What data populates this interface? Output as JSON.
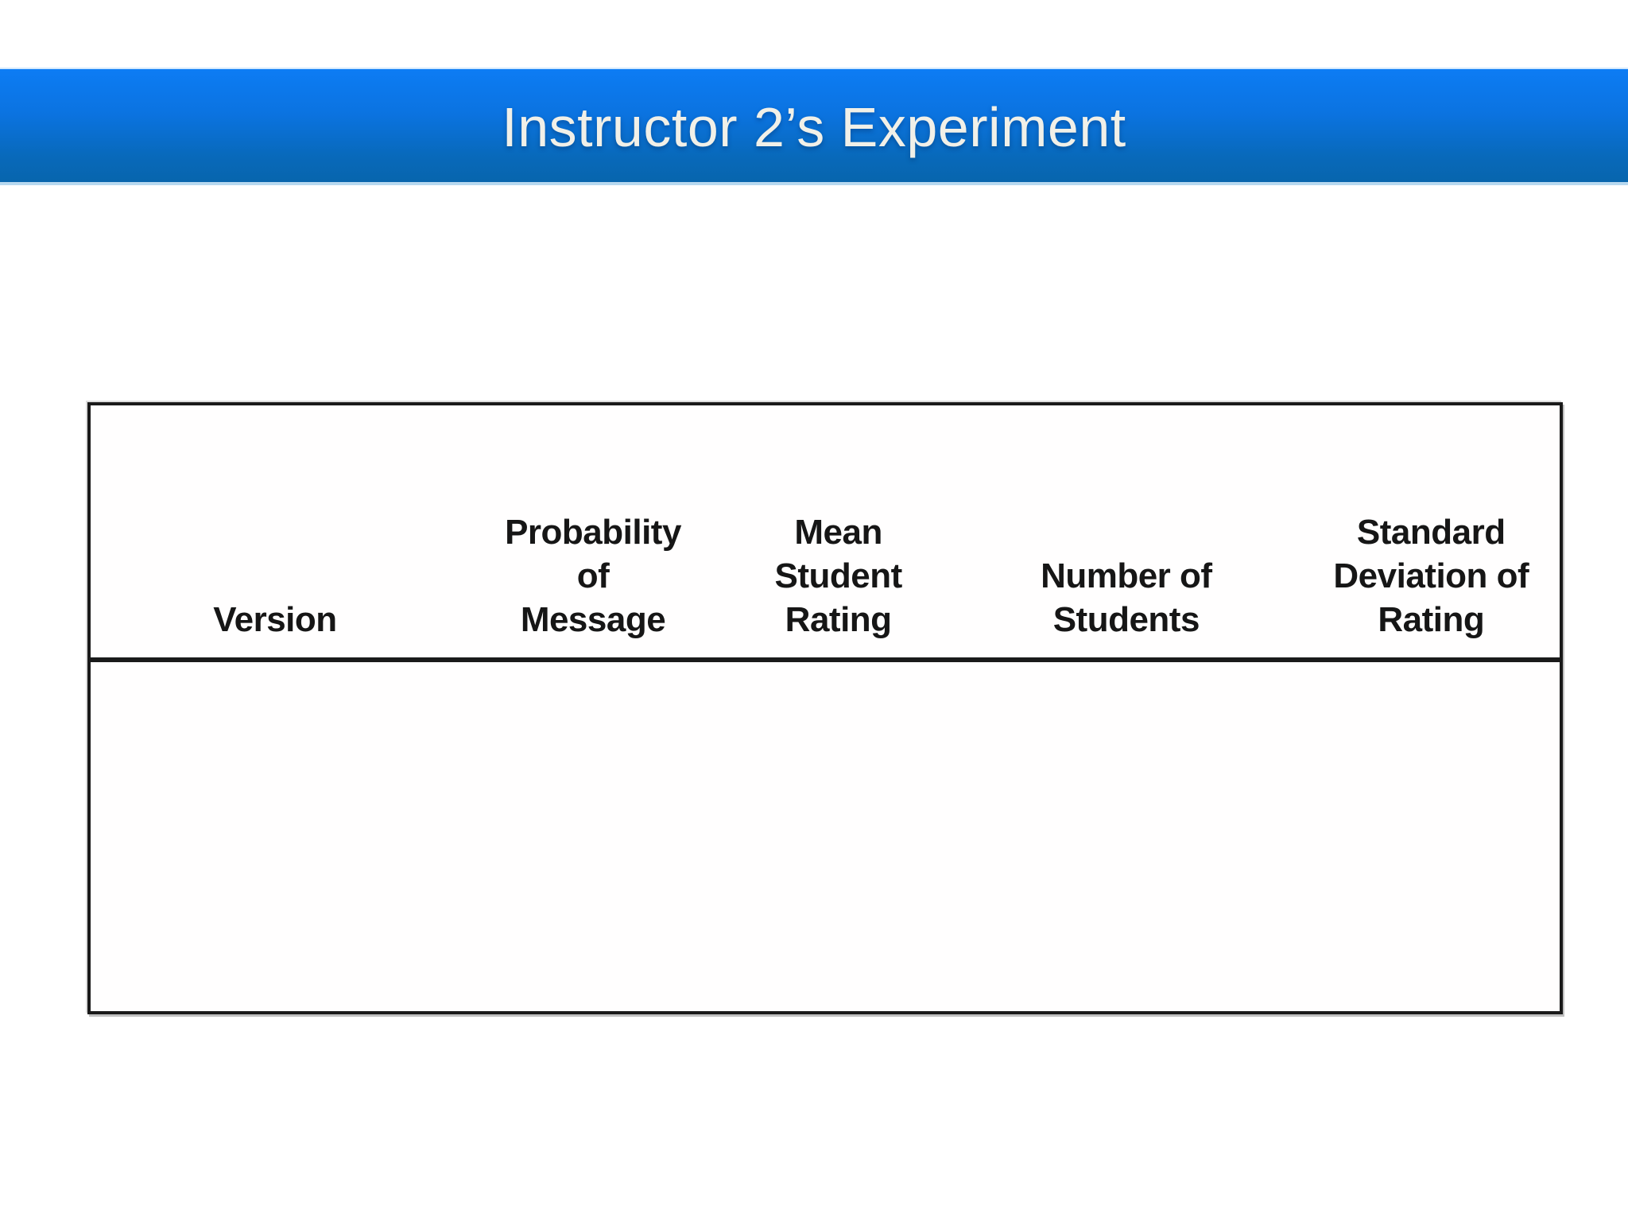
{
  "slide": {
    "title": "Instructor 2’s Experiment"
  },
  "table": {
    "columns": [
      {
        "label": "Version",
        "lines": [
          "Version"
        ]
      },
      {
        "label": "Probability of Message",
        "lines": [
          "Probability",
          "of",
          "Message"
        ]
      },
      {
        "label": "Mean Student Rating",
        "lines": [
          "Mean",
          "Student",
          "Rating"
        ]
      },
      {
        "label": "Number of Students",
        "lines": [
          "Number of",
          "Students"
        ]
      },
      {
        "label": "Standard Deviation of Rating",
        "lines": [
          "Standard",
          "Deviation of",
          "Rating"
        ]
      }
    ],
    "rows": []
  },
  "colors": {
    "background": "#ffffff",
    "title_bar_top": "#0d7cf4",
    "title_bar_bottom": "#0765ad",
    "title_text": "#f1f0e8",
    "table_border": "#1a1a1a"
  }
}
